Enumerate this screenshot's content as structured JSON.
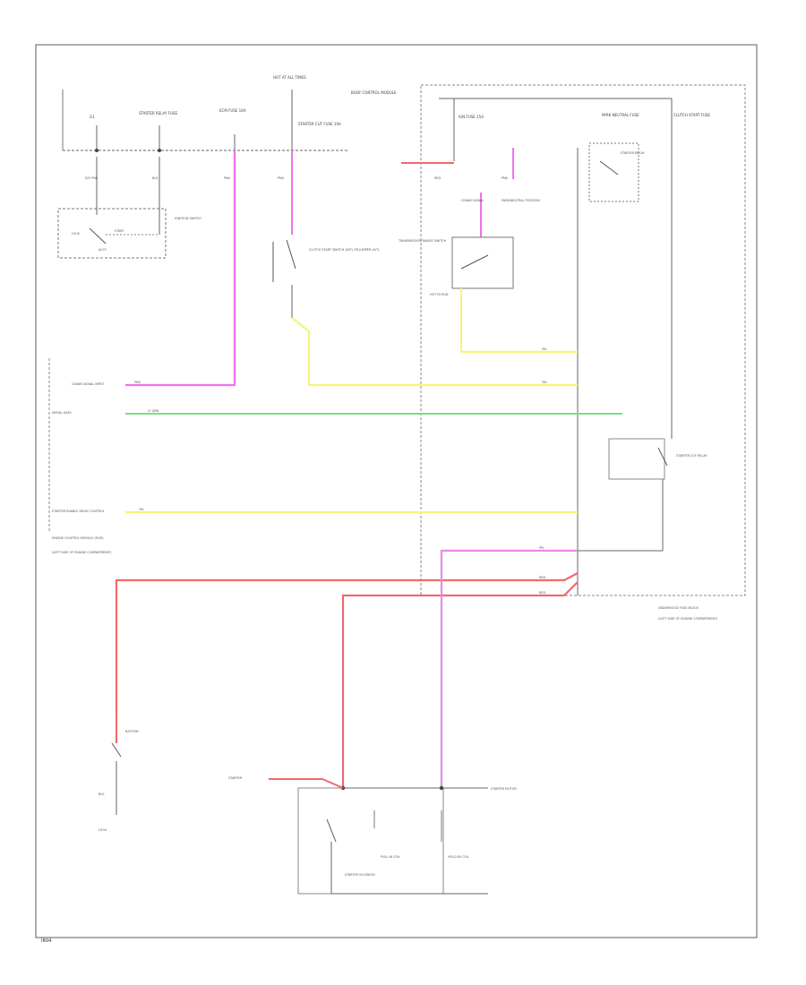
{
  "diagram": {
    "footer_id": "IR04",
    "top_labels": {
      "ground": "G1",
      "starter_relay": "STARTER RELAY FUSE",
      "ecm_fuse": "ECM FUSE 10A",
      "hot_at_all_times": "HOT AT ALL TIMES",
      "starter_cut": "STARTER CUT FUSE 10A",
      "body_control": "BODY CONTROL MODULE",
      "ign_fuse": "IGN FUSE 15A",
      "park_neutral": "PARK NEUTRAL FUSE",
      "clutch_start": "CLUTCH START FUSE"
    },
    "connector_labels": {
      "c_b1": "D/C PNK",
      "c_b2": "BLK",
      "c_b3": "PNK",
      "c_b4": "PNK",
      "c_b5": "RED",
      "c_b6": "PNK",
      "ignition_switch": "IGNITION SWITCH",
      "start_label": "START",
      "lock_label": "LOCK",
      "accy_label": "ACCY",
      "clutch_switch": "CLUTCH START SWITCH (M/T) OR JUMPER (A/T)",
      "trans_range": "TRANSMISSION RANGE SWITCH",
      "crank_signal": "CRANK SIGNAL",
      "park_neutral_pos": "PARK/NEUTRAL POSITION",
      "hot_in_run": "HOT IN RUN",
      "starter_relay_label": "STARTER RELAY",
      "starter_cut_relay": "STARTER CUT RELAY"
    },
    "left_labels": {
      "ecm_module": "ENGINE CONTROL MODULE (ECM)",
      "crank_signal_in": "CRANK SIGNAL INPUT",
      "serial_data": "SERIAL DATA",
      "starter_enable": "STARTER ENABLE RELAY CONTROL",
      "ecm_location": "(LEFT SIDE OF ENGINE COMPARTMENT)"
    },
    "wire_labels": {
      "pnk": "PNK",
      "yel": "YEL",
      "grn": "LT GRN",
      "red": "RED",
      "ppl": "PPL",
      "blk": "BLK"
    },
    "right_labels": {
      "underhood_fuse": "UNDERHOOD FUSE BLOCK",
      "underhood_location": "(LEFT SIDE OF ENGINE COMPARTMENT)"
    },
    "bottom_labels": {
      "battery": "BATTERY",
      "starter_motor": "STARTER MOTOR",
      "starter": "STARTER",
      "solenoid": "STARTER SOLENOID",
      "pull_in": "PULL-IN COIL",
      "hold_in": "HOLD-IN COIL",
      "starter_label": "G104"
    },
    "colors": {
      "pink": "#f070f0",
      "yellow": "#f5f57a",
      "green": "#7fdc7f",
      "red": "#f06a6a",
      "violet": "#e58ce5",
      "line": "#555555"
    }
  }
}
